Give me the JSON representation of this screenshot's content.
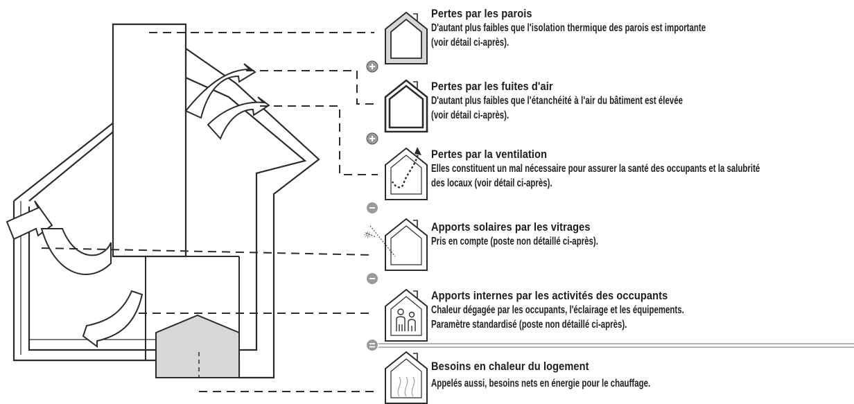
{
  "items": [
    {
      "title": "Pertes par les parois",
      "line1_pre": "D'autant plus faibles que ",
      "line1_hl": "l'isolation thermique",
      "line1_post": " des parois est importante",
      "line2": "(voir détail ci-après).",
      "icon": "house-walls-icon"
    },
    {
      "title": "Pertes par les fuites d'air",
      "line1_pre": "D'autant plus faibles que ",
      "line1_hl": "l'étanchéité à l'air",
      "line1_post": " du bâtiment est élevée",
      "line2": "(voir détail ci-après).",
      "icon": "house-airtight-icon"
    },
    {
      "title": "Pertes par la ventilation",
      "line1": "Elles constituent un mal nécessaire pour assurer la santé des occupants et la salubrité",
      "line2": "des locaux (voir détail ci-après).",
      "icon": "house-ventilation-icon"
    },
    {
      "title": "Apports solaires par les vitrages",
      "line1": "Pris en compte (poste non détaillé ci-après).",
      "icon": "house-sun-icon"
    },
    {
      "title": "Apports internes par les activités des occupants",
      "line1": "Chaleur dégagée par les occupants, l'éclairage et les équipements.",
      "line2": "Paramètre standardisé (poste non détaillé ci-après).",
      "icon": "house-occupants-icon"
    },
    {
      "title": "Besoins en chaleur du logement",
      "line1": "Appelés aussi, besoins nets en énergie pour le chauffage.",
      "icon": "house-heat-icon"
    }
  ],
  "operators": [
    "plus",
    "plus",
    "minus",
    "minus",
    "equals"
  ],
  "colors": {
    "ink": "#1d1d1d",
    "operator": "#9a9a9a",
    "box": "#d7d7d7",
    "arrow_fill": "#ffffff"
  }
}
